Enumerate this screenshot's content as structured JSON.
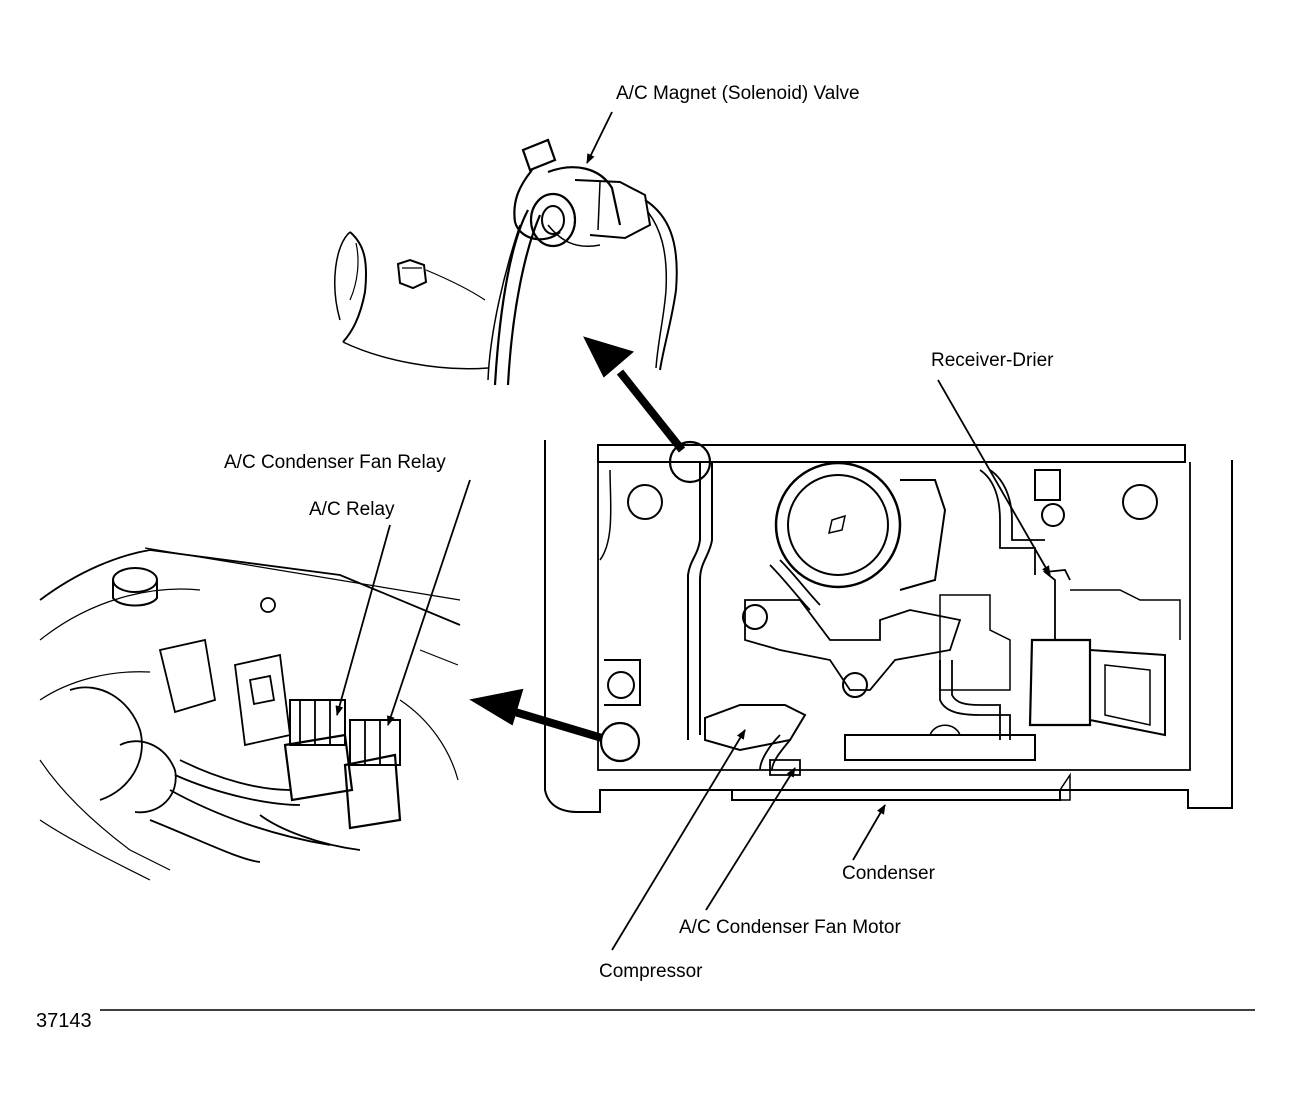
{
  "labels": {
    "solenoid_valve": "A/C Magnet (Solenoid) Valve",
    "receiver_drier": "Receiver-Drier",
    "condenser_fan_relay": "A/C Condenser Fan Relay",
    "ac_relay": "A/C Relay",
    "condenser": "Condenser",
    "condenser_fan_motor": "A/C Condenser Fan Motor",
    "compressor": "Compressor"
  },
  "figure_number": "37143",
  "colors": {
    "ink": "#000000",
    "paper": "#ffffff"
  }
}
